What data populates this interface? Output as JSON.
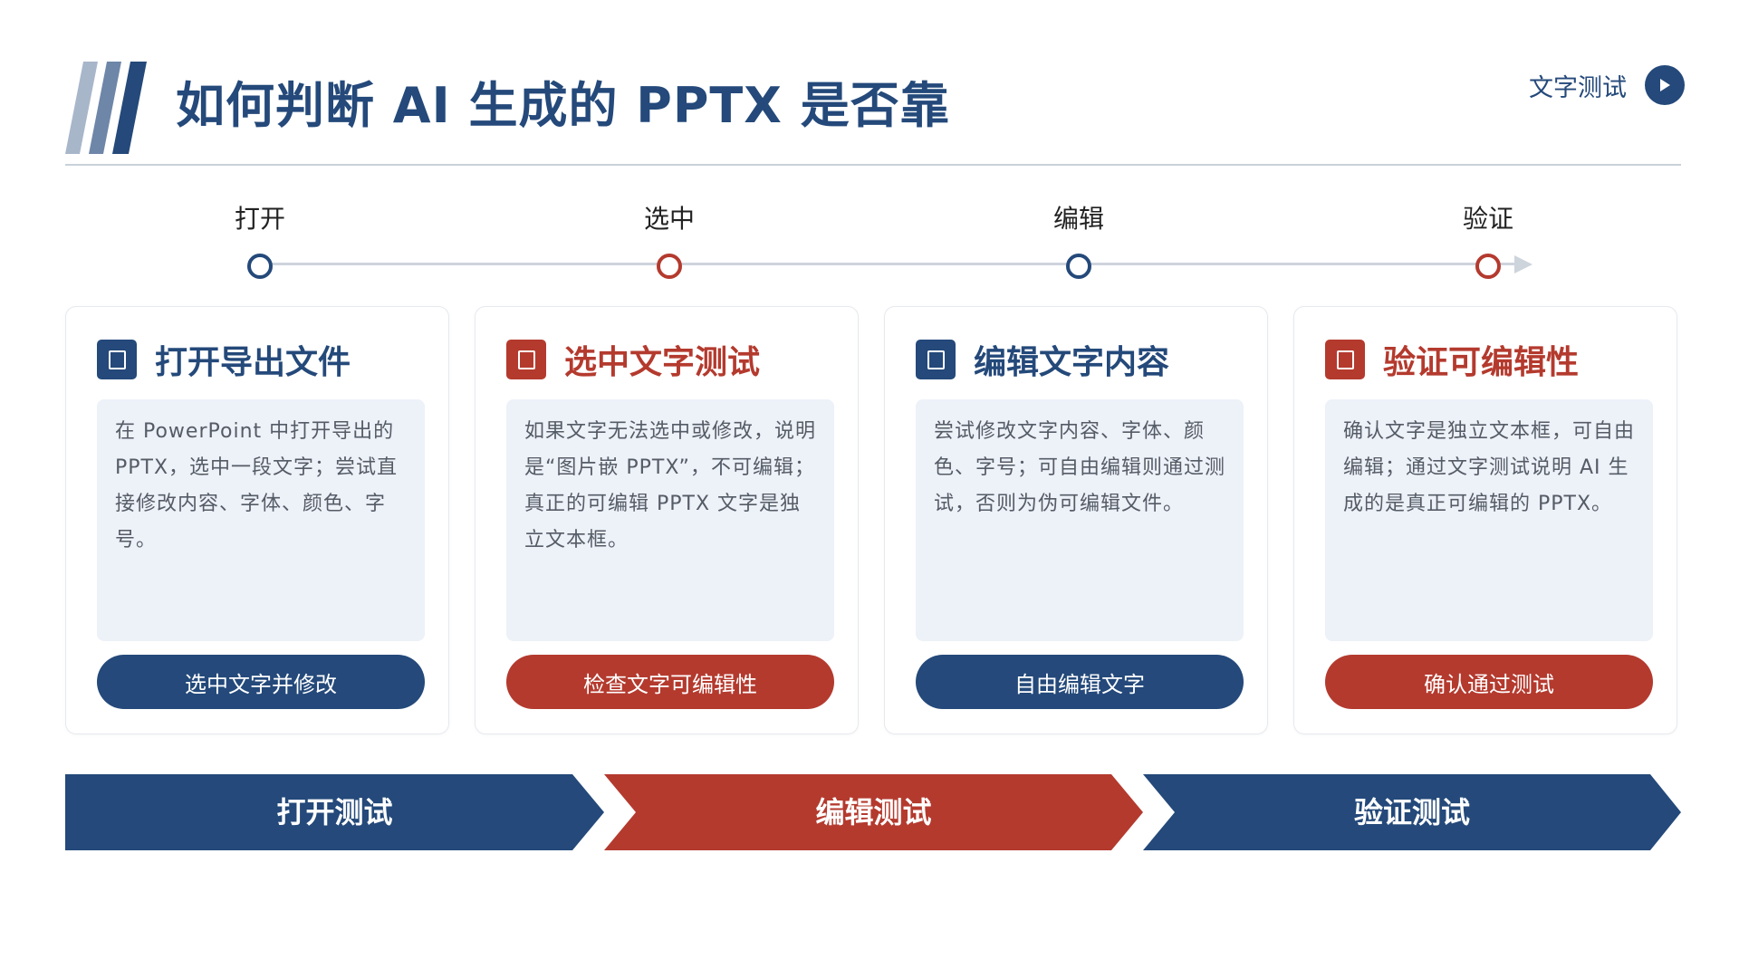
{
  "header": {
    "title": "如何判断 AI 生成的 PPTX 是否靠",
    "link_label": "文字测试"
  },
  "timeline": {
    "steps": [
      {
        "label": "打开"
      },
      {
        "label": "选中"
      },
      {
        "label": "编辑"
      },
      {
        "label": "验证"
      }
    ]
  },
  "cards": [
    {
      "title": "打开导出文件",
      "body": "在 PowerPoint 中打开导出的 PPTX，选中一段文字；尝试直接修改内容、字体、颜色、字号。",
      "button": "选中文字并修改"
    },
    {
      "title": "选中文字测试",
      "body": "如果文字无法选中或修改，说明是“图片嵌 PPTX”，不可编辑；真正的可编辑 PPTX 文字是独立文本框。",
      "button": "检查文字可编辑性"
    },
    {
      "title": "编辑文字内容",
      "body": "尝试修改文字内容、字体、颜色、字号；可自由编辑则通过测试，否则为伪可编辑文件。",
      "button": "自由编辑文字"
    },
    {
      "title": "验证可编辑性",
      "body": "确认文字是独立文本框，可自由编辑；通过文字测试说明 AI 生成的是真正可编辑的 PPTX。",
      "button": "确认通过测试"
    }
  ],
  "process": [
    {
      "label": "打开测试",
      "color": "#24497a"
    },
    {
      "label": "编辑测试",
      "color": "#b43a2e"
    },
    {
      "label": "验证测试",
      "color": "#24497a"
    }
  ],
  "colors": {
    "primary": "#24497a",
    "accent": "#b43a2e",
    "card_body_bg": "#edf1f8",
    "divider": "#c8d1d9"
  },
  "icons": {
    "header_link": "play-icon",
    "card": "square-icon"
  }
}
